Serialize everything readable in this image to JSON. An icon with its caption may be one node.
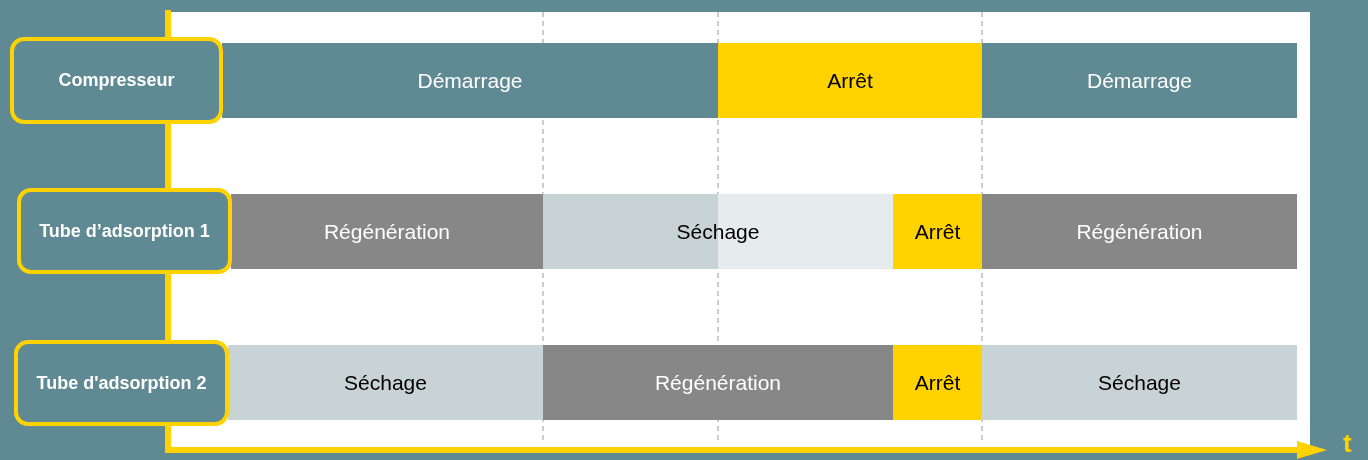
{
  "diagram": {
    "nodes": [
      {
        "text": [
          "Compresseur"
        ]
      },
      {
        "text": [
          "Démarrage"
        ]
      },
      {
        "text": [
          "Arrêt"
        ]
      },
      {
        "text": [
          "Démarrage"
        ]
      },
      {
        "text": [
          "Tube d’adsorption 1"
        ]
      },
      {
        "text": [
          "Régénération"
        ]
      },
      {
        "text": [
          "Séchage"
        ]
      },
      {
        "text": [
          "Arrêt"
        ]
      },
      {
        "text": [
          "Régénération"
        ]
      },
      {
        "text": [
          "Tube d'adsorption 2"
        ]
      },
      {
        "text": [
          "Séchage"
        ]
      },
      {
        "text": [
          "Régénération"
        ]
      },
      {
        "text": [
          "Arrêt"
        ]
      },
      {
        "text": [
          "Séchage"
        ]
      }
    ],
    "edges": [],
    "labels": [
      "t"
    ]
  }
}
